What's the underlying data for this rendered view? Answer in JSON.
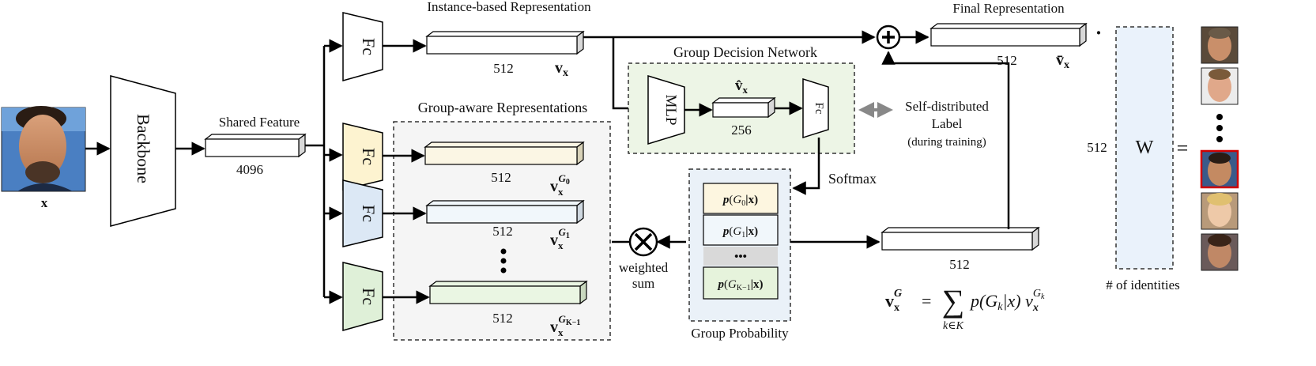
{
  "labels": {
    "input_var": "x",
    "backbone": "Backbone",
    "shared_feature": "Shared Feature",
    "shared_dim": "4096",
    "fc": "Fc",
    "instance_repr": "Instance-based Representation",
    "instance_dim": "512",
    "instance_var": "v",
    "instance_sub": "x",
    "group_aware_title": "Group-aware Representations",
    "group_dims": [
      "512",
      "512",
      "512"
    ],
    "group_var": "v",
    "group_var_sub": "x",
    "group_sup": [
      "G",
      "G",
      "G"
    ],
    "group_sup_idx": [
      "0",
      "1",
      "K−1"
    ],
    "gdn_title": "Group Decision Network",
    "mlp": "MLP",
    "gdn_hidden_var": "v̂",
    "gdn_hidden_sub": "x",
    "gdn_hidden_dim": "256",
    "fc_small": "Fc",
    "self_dist_1": "Self-distributed",
    "self_dist_2": "Label",
    "self_dist_3": "(during training)",
    "softmax": "Softmax",
    "weighted_1": "weighted",
    "weighted_2": "sum",
    "prob_title": "Group Probability",
    "prob_p": "p",
    "prob_items": [
      "G",
      "G",
      "G"
    ],
    "prob_idx": [
      "0",
      "1",
      "K−1"
    ],
    "prob_given": "|x)",
    "prob_open": "(",
    "prob_ellipsis": "•••",
    "group_out_dim": "512",
    "final_repr": "Final Representation",
    "final_dim": "512",
    "final_var": "v̄",
    "final_sub": "x",
    "dot": "·",
    "w_dim": "512",
    "w": "W",
    "equals": "=",
    "identities": "# of identities",
    "formula_lhs_v": "v",
    "formula_lhs_sub": "x",
    "formula_lhs_sup": "G",
    "formula_eq": "=",
    "formula_sum": "∑",
    "formula_sum_sub": "k∈K",
    "formula_term": "p(G",
    "formula_term_k": "k",
    "formula_term_rest": "|x) v",
    "formula_term_sub": "x",
    "formula_term_sup": "G",
    "formula_term_sup_k": "k"
  },
  "colors": {
    "fc_instance": "#ffffff",
    "fc_g0": "#fdf3d0",
    "fc_g1": "#dce8f5",
    "fc_gk": "#dff0d8",
    "bar_g0": "#fbf6e4",
    "bar_g1": "#f1f7fb",
    "bar_gk": "#eaf6e3",
    "gdn_bg": "#edf5e6",
    "group_bg": "#f5f5f5",
    "prob_g0": "#fdf6e0",
    "prob_g1": "#f1f7fb",
    "prob_gap": "#d9d9d9",
    "prob_gk": "#e6f3dc",
    "w_bg": "#eaf2fb",
    "label_arrow": "#888888",
    "highlight_face": "#d00000"
  },
  "icons": [
    "face-icon",
    "plus-circle-icon",
    "times-circle-icon"
  ]
}
